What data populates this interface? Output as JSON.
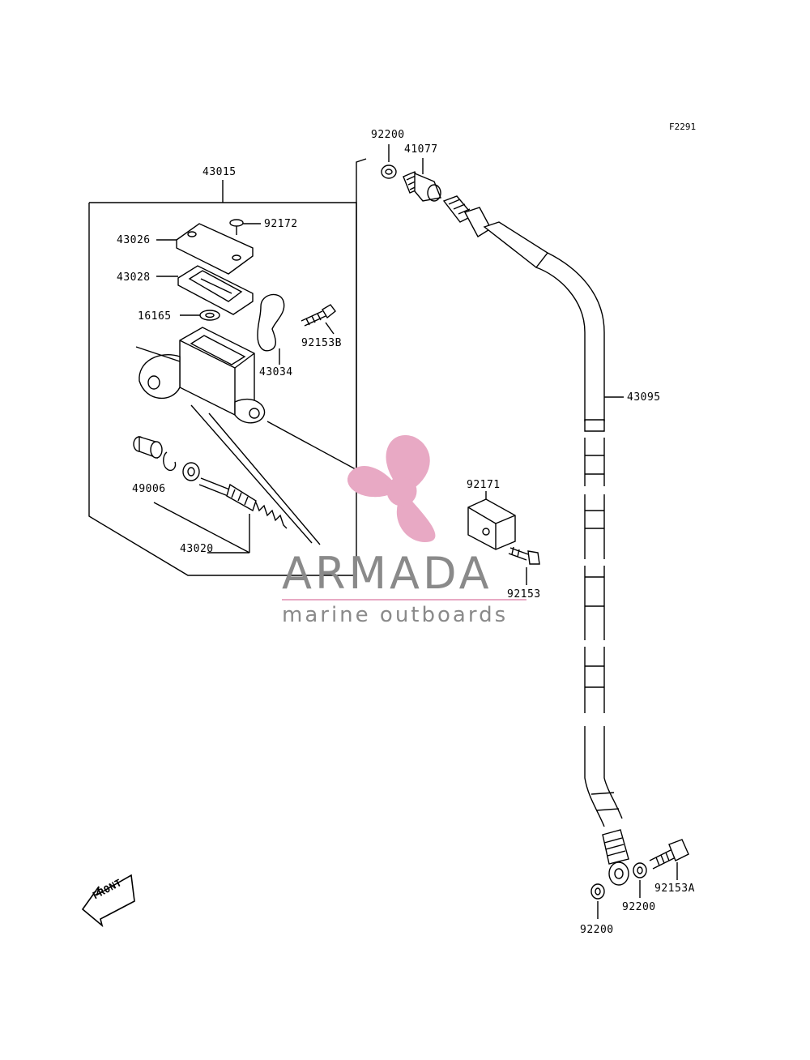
{
  "figure_code": "F2291",
  "brand": {
    "name": "ARMADA",
    "tagline": "marine outboards",
    "logo_color": "#e8a9c4",
    "text_color": "#8a8a8a"
  },
  "front_label": "FRONT",
  "parts": [
    {
      "id": "p-43015",
      "label": "43015"
    },
    {
      "id": "p-92172",
      "label": "92172"
    },
    {
      "id": "p-43026",
      "label": "43026"
    },
    {
      "id": "p-43028",
      "label": "43028"
    },
    {
      "id": "p-16165",
      "label": "16165"
    },
    {
      "id": "p-92153B",
      "label": "92153B"
    },
    {
      "id": "p-43034",
      "label": "43034"
    },
    {
      "id": "p-49006",
      "label": "49006"
    },
    {
      "id": "p-43020",
      "label": "43020"
    },
    {
      "id": "p-92200-top",
      "label": "92200"
    },
    {
      "id": "p-41077",
      "label": "41077"
    },
    {
      "id": "p-43095",
      "label": "43095"
    },
    {
      "id": "p-92171",
      "label": "92171"
    },
    {
      "id": "p-92153",
      "label": "92153"
    },
    {
      "id": "p-92153A",
      "label": "92153A"
    },
    {
      "id": "p-92200-mid",
      "label": "92200"
    },
    {
      "id": "p-92200-bot",
      "label": "92200"
    }
  ]
}
